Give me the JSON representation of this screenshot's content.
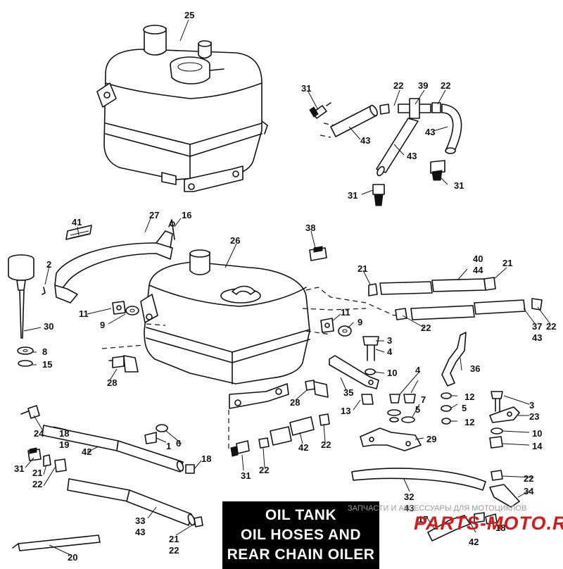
{
  "title": {
    "line1": "OIL TANK",
    "line2": "OIL HOSES AND",
    "line3": "REAR CHAIN OILER"
  },
  "watermark": {
    "text": "ЗАПЧАСТИ И АКСЕССУАРЫ ДЛЯ МОТОЦИКЛОВ",
    "logo": "PARTS-MOTO.RU"
  },
  "callouts": [
    "25",
    "31",
    "22",
    "39",
    "22",
    "43",
    "43",
    "43",
    "31",
    "31",
    "41",
    "27",
    "16",
    "26",
    "38",
    "2",
    "30",
    "8",
    "15",
    "11",
    "9",
    "28",
    "11",
    "9",
    "3",
    "4",
    "10",
    "35",
    "4",
    "5",
    "7",
    "28",
    "13",
    "36",
    "12",
    "5",
    "12",
    "3",
    "23",
    "10",
    "14",
    "29",
    "21",
    "40",
    "44",
    "21",
    "22",
    "37",
    "43",
    "22",
    "24",
    "18",
    "19",
    "42",
    "1",
    "6",
    "18",
    "31",
    "21",
    "22",
    "31",
    "22",
    "42",
    "22",
    "33",
    "43",
    "21",
    "22",
    "20",
    "32",
    "43",
    "22",
    "34",
    "17",
    "18",
    "42"
  ]
}
